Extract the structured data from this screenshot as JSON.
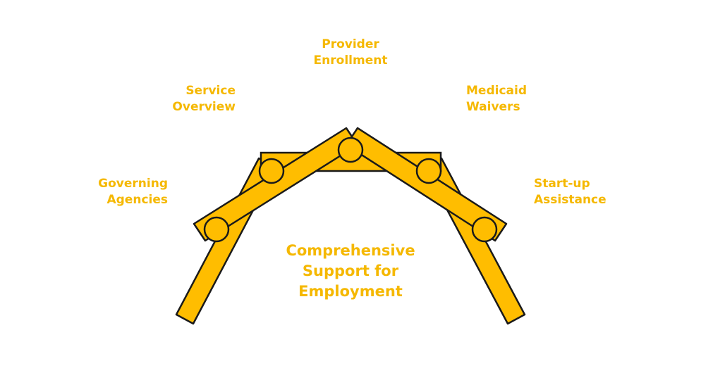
{
  "colors": {
    "accent": "#FFBD00",
    "stroke": "#1a1a1a",
    "label": "#F5B800",
    "background": "#ffffff"
  },
  "title": "Comprehensive\nSupport for\nEmployment",
  "nodes": {
    "governing_agencies": {
      "title": "Governing\nAgencies"
    },
    "service_overview": {
      "title": "Service\nOverview"
    },
    "provider_enrollment": {
      "title": "Provider\nEnrollment"
    },
    "medicaid_waivers": {
      "title": "Medicaid\nWaivers"
    },
    "startup_assistance": {
      "title": "Start-up\nAssistance"
    }
  }
}
